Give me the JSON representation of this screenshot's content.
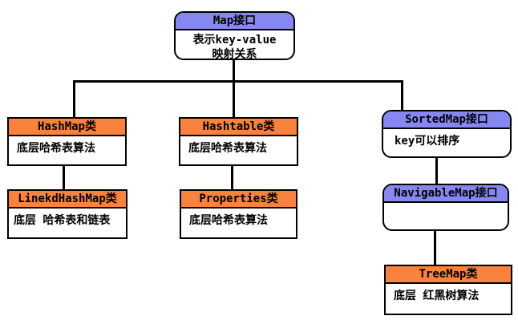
{
  "diagram": {
    "kind": "hierarchy-flowchart",
    "colors": {
      "interface_header": "#8787f2",
      "class_header": "#f9823f",
      "border": "#000000",
      "connector": "#000000",
      "background": "#ffffff",
      "node_body_background": "#ffffff"
    },
    "nodes": {
      "map": {
        "label": "Map接口",
        "body_lines": [
          "表示key-value",
          "映射关系"
        ]
      },
      "hashmap": {
        "label": "HashMap类",
        "body": "底层哈希表算法"
      },
      "hashtable": {
        "label": "Hashtable类",
        "body": "底层哈希表算法"
      },
      "sortedmap": {
        "label": "SortedMap接口",
        "body": "key可以排序"
      },
      "linekdhashmap": {
        "label": "LinekdHashMap类",
        "body": "底层 哈希表和链表"
      },
      "properties": {
        "label": "Properties类",
        "body": "底层哈希表算法"
      },
      "navigablemap": {
        "label": "NavigableMap接口",
        "body": ""
      },
      "treemap": {
        "label": "TreeMap类",
        "body": "底层 红黑树算法"
      }
    },
    "edges": [
      {
        "from": "Map接口",
        "to": "HashMap类"
      },
      {
        "from": "Map接口",
        "to": "Hashtable类"
      },
      {
        "from": "Map接口",
        "to": "SortedMap接口"
      },
      {
        "from": "HashMap类",
        "to": "LinekdHashMap类"
      },
      {
        "from": "Hashtable类",
        "to": "Properties类"
      },
      {
        "from": "SortedMap接口",
        "to": "NavigableMap接口"
      },
      {
        "from": "NavigableMap接口",
        "to": "TreeMap类"
      }
    ]
  }
}
